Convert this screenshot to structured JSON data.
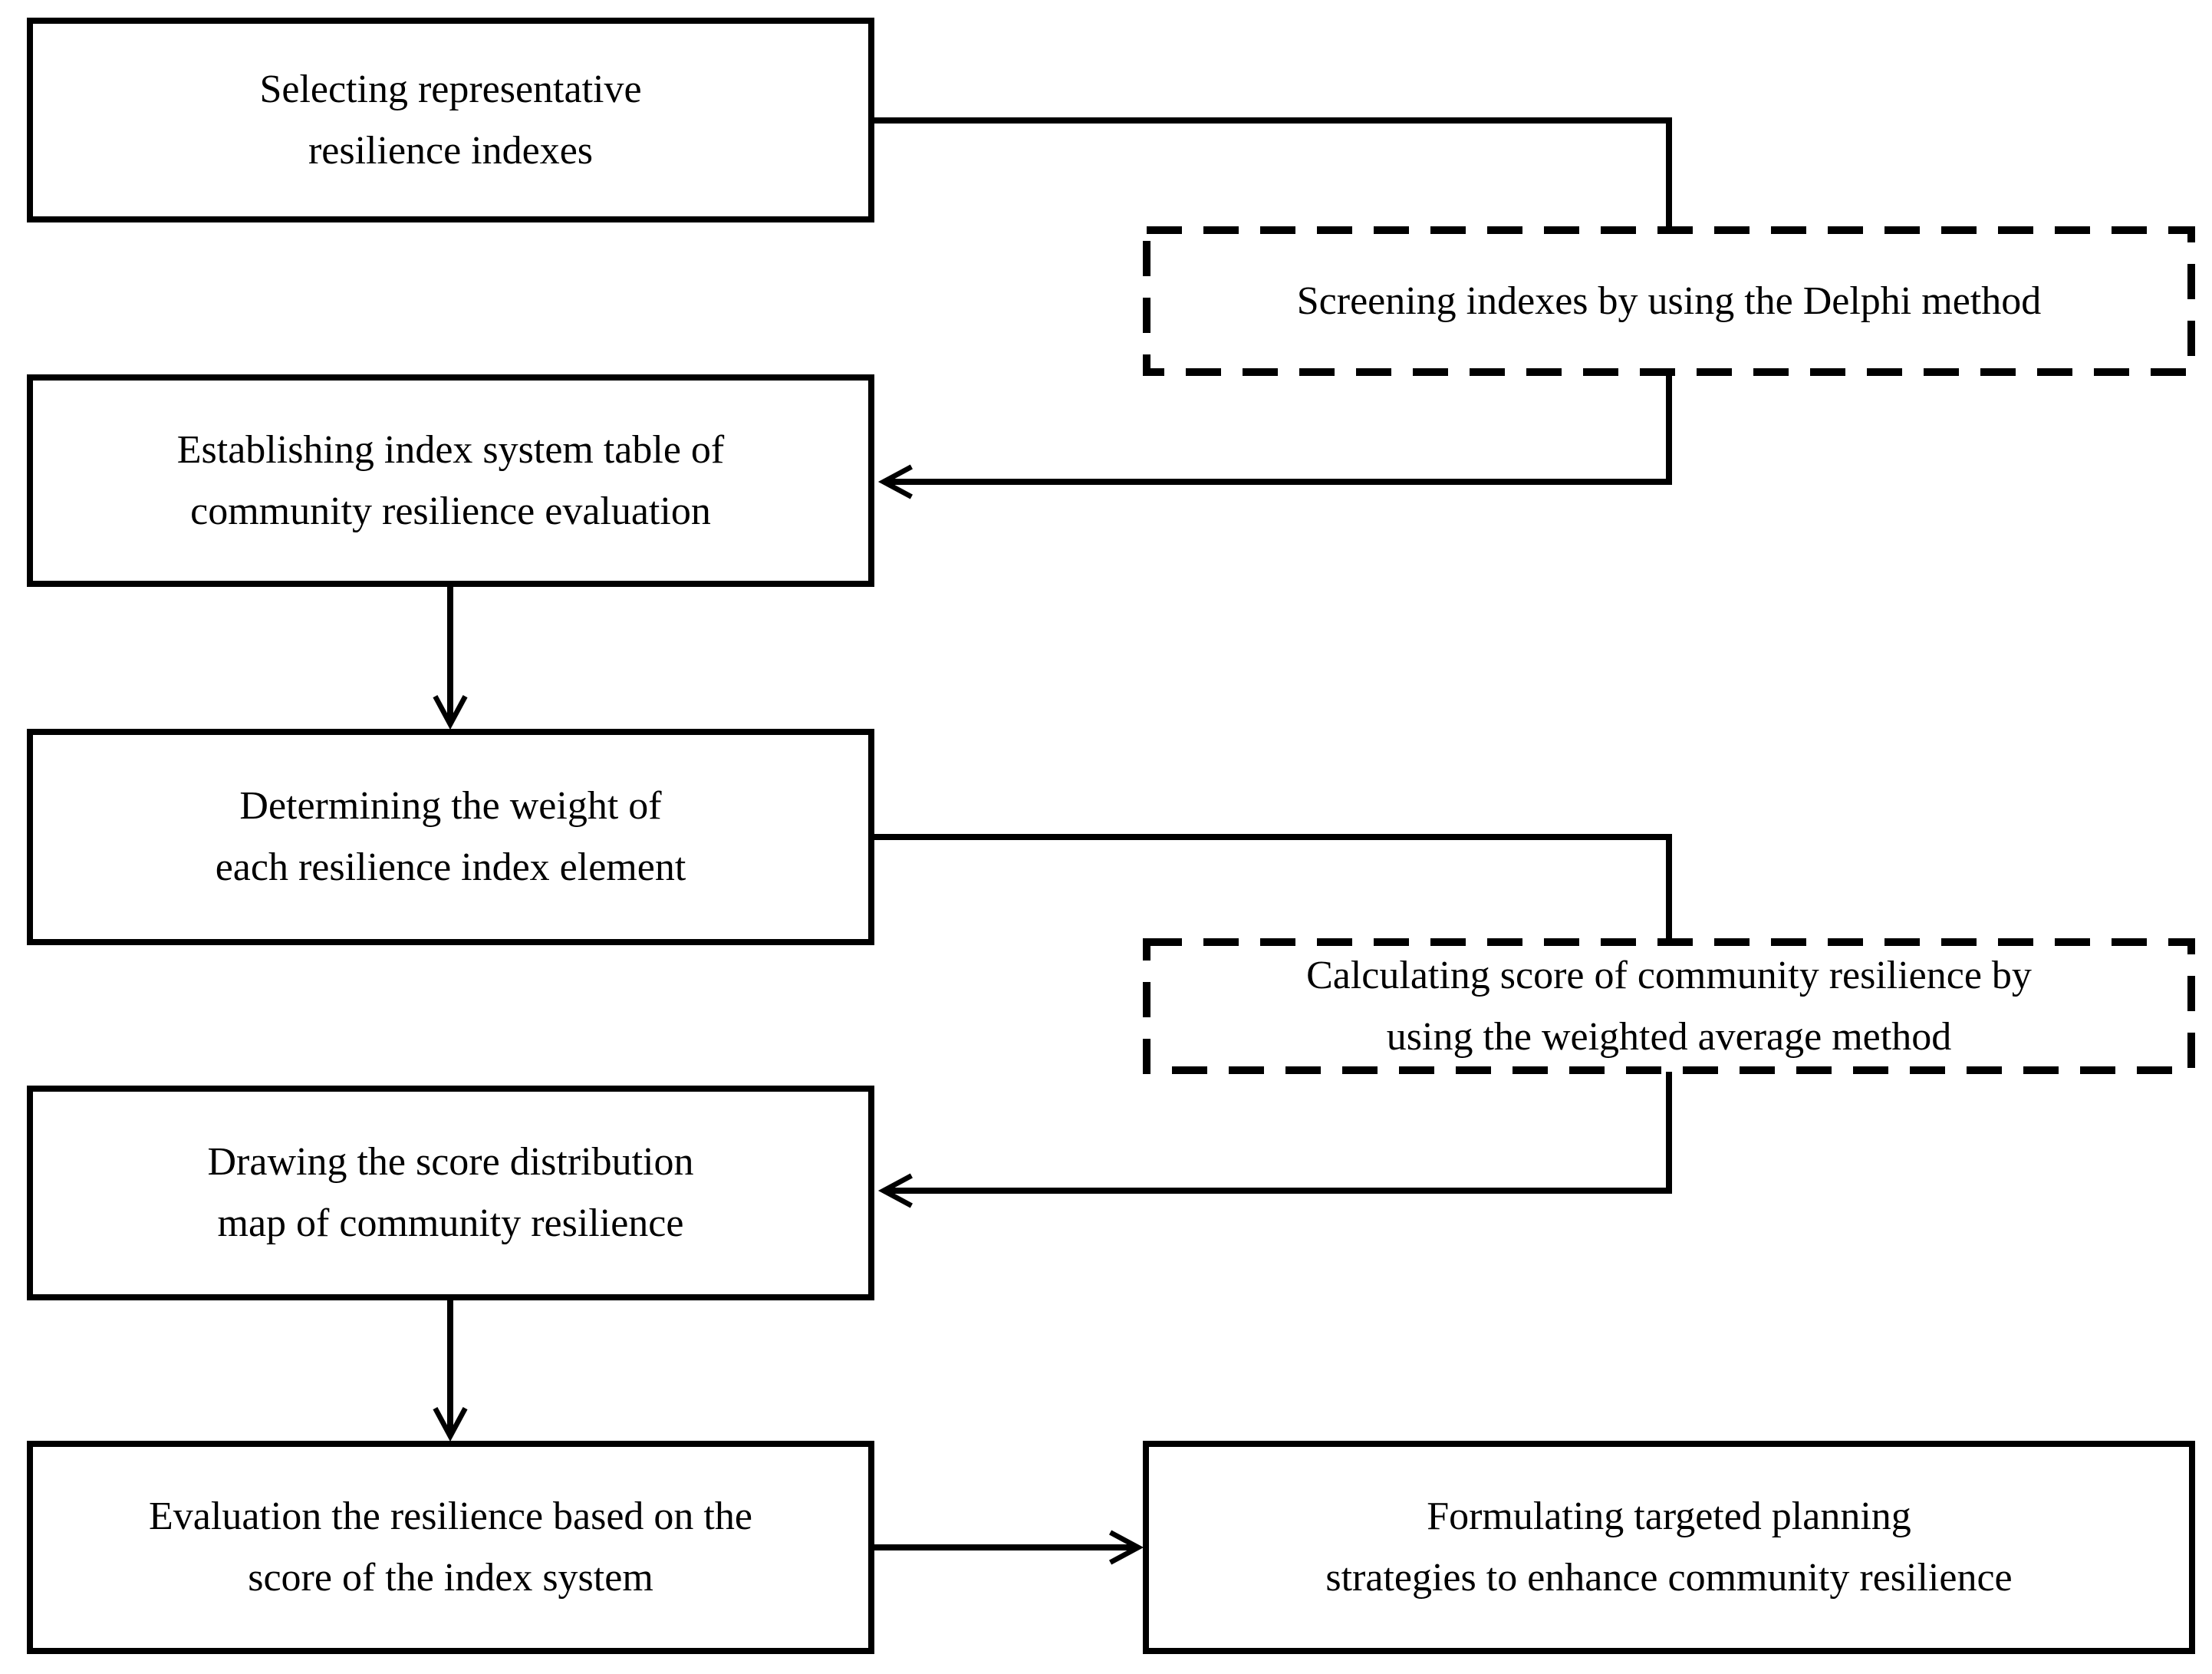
{
  "figure": {
    "background_color": "#ffffff",
    "line_color": "#000000",
    "description": "Flowchart of community resilience evaluation workflow"
  },
  "nodes": [
    {
      "id": "select-indexes",
      "border": "solid",
      "label": "Selecting representative\nresilience indexes"
    },
    {
      "id": "screening-delphi",
      "border": "dashed",
      "label": "Screening indexes by using the Delphi method"
    },
    {
      "id": "establish-table",
      "border": "solid",
      "label": "Establishing index system table of\ncommunity resilience evaluation"
    },
    {
      "id": "determine-weight",
      "border": "solid",
      "label": "Determining the weight of\neach resilience index element"
    },
    {
      "id": "calculate-score",
      "border": "dashed",
      "label": "Calculating score of community resilience by\nusing the weighted average method"
    },
    {
      "id": "draw-map",
      "border": "solid",
      "label": "Drawing the score distribution\nmap of community resilience"
    },
    {
      "id": "evaluate-resilience",
      "border": "solid",
      "label": "Evaluation the resilience based on the\nscore of the index system"
    },
    {
      "id": "formulate-strategies",
      "border": "solid",
      "label": "Formulating targeted planning\nstrategies to enhance community resilience"
    }
  ],
  "edges": [
    {
      "from": "select-indexes",
      "to": "screening-delphi",
      "arrowhead": false
    },
    {
      "from": "screening-delphi",
      "to": "establish-table",
      "arrowhead": true
    },
    {
      "from": "establish-table",
      "to": "determine-weight",
      "arrowhead": true
    },
    {
      "from": "determine-weight",
      "to": "calculate-score",
      "arrowhead": false
    },
    {
      "from": "calculate-score",
      "to": "draw-map",
      "arrowhead": true
    },
    {
      "from": "draw-map",
      "to": "evaluate-resilience",
      "arrowhead": true
    },
    {
      "from": "evaluate-resilience",
      "to": "formulate-strategies",
      "arrowhead": true
    }
  ]
}
